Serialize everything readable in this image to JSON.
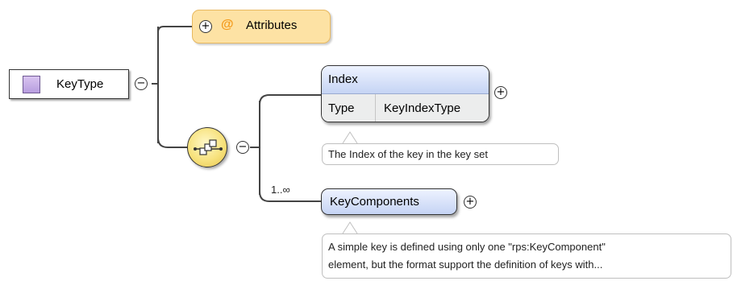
{
  "root": {
    "label": "KeyType"
  },
  "attributes": {
    "at_symbol": "@",
    "label": "Attributes",
    "expand_symbol": "+"
  },
  "expand_symbol": "+",
  "collapse_symbol": "−",
  "index": {
    "name": "Index",
    "type_label": "Type",
    "type_value": "KeyIndexType",
    "annotation": "The Index of the key in the key set"
  },
  "key_components": {
    "name": "KeyComponents",
    "cardinality": "1..∞",
    "annotation_line1": "A simple key is defined using only one \"rps:KeyComponent\"",
    "annotation_line2": "element, but the format support the definition of keys with..."
  },
  "colors": {
    "attributes_fill": "#fde2a4",
    "element_header": "#c5d4f4",
    "sequence_fill": "#f7e27e",
    "complex_type_icon": "#b79ddf"
  },
  "icons": [
    "complex-type-icon",
    "sequence-icon",
    "expand-icon",
    "collapse-icon",
    "attribute-at-icon"
  ]
}
